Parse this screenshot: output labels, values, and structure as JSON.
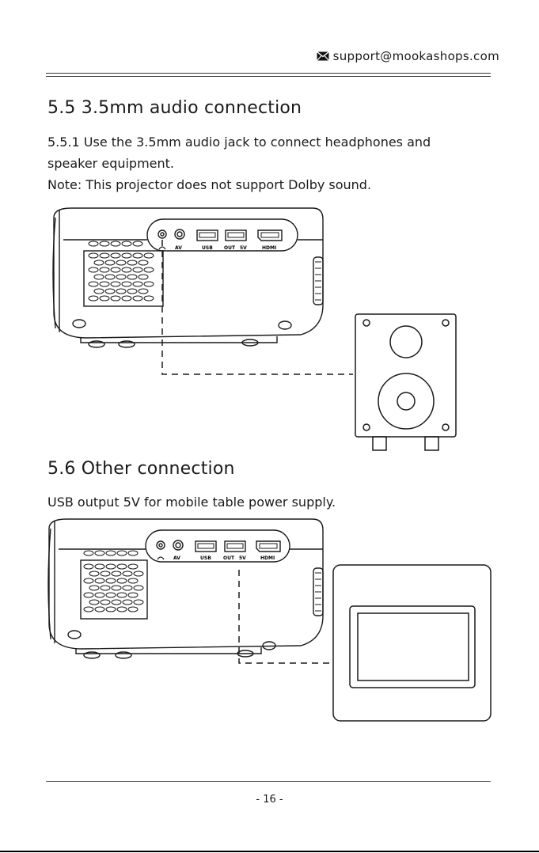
{
  "header": {
    "email": "support@mookashops.com",
    "icon": "envelope-icon"
  },
  "section_audio": {
    "title": "5.5 3.5mm audio connection",
    "line1": "5.5.1 Use the 3.5mm audio jack to connect headphones and",
    "line2": "speaker equipment.",
    "note": "Note: This projector does not support Dolby sound."
  },
  "section_other": {
    "title": "5.6 Other connection",
    "text": "USB output 5V for mobile table power supply."
  },
  "ports": {
    "av": "AV",
    "usb": "USB",
    "out": "OUT",
    "five_v": "5V",
    "hdmi": "HDMI"
  },
  "footer": {
    "page": "- 16 -"
  }
}
